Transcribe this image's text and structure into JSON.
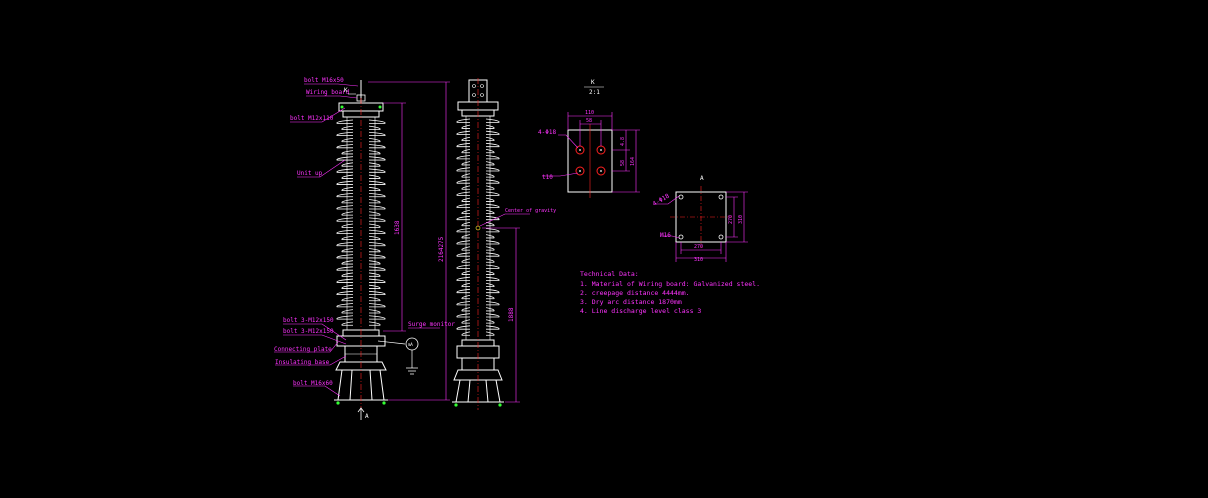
{
  "colors": {
    "background": "#000000",
    "outline": "#ffffff",
    "annotation": "#ff33ff",
    "centerline": "#ff2020",
    "accent_green": "#33ff33",
    "accent_yellow": "#ffff33"
  },
  "front_view": {
    "labels": {
      "bolt_top": "bolt M16x50",
      "wiring_board": "Wiring board",
      "bolt_upper": "bolt M12x110",
      "unit_up": "Unit up",
      "bolt_3a": "bolt 3-M12x150",
      "bolt_3b": "bolt 3-M12x150",
      "connecting_plate": "Connecting plate",
      "insulating_base": "Insulating base",
      "bolt_base": "bolt M16x60",
      "surge_monitor": "Surge monitor"
    },
    "dims": {
      "k_mark": "K",
      "unit_height": "1638",
      "total_height": "2164275"
    },
    "section_mark": "A"
  },
  "side_view": {
    "labels": {
      "center_of_gravity": "Center of gravity"
    },
    "dims": {
      "lower_height": "1888"
    }
  },
  "detail_k": {
    "title": "K",
    "scale": "2:1",
    "dims": {
      "outer_width": "110",
      "inner_width": "58",
      "hole_spacing_top": "4.8",
      "hole_spacing": "58",
      "total_height": "164"
    },
    "labels": {
      "hole_dia": "4-Φ18",
      "thickness": "t10"
    }
  },
  "detail_a": {
    "title": "A",
    "dims": {
      "inner": "270",
      "outer": "310",
      "side_inner": "270",
      "side_outer": "310"
    },
    "labels": {
      "hole": "4-Φ18",
      "bolt": "M16"
    }
  },
  "technical_data": {
    "heading": "Technical Data:",
    "items": [
      "1. Material of Wiring board: Galvanized steel.",
      "2. creepage distance 4444mm.",
      "3. Dry arc distance 1870mm",
      "4. Line discharge level  class 3"
    ]
  }
}
